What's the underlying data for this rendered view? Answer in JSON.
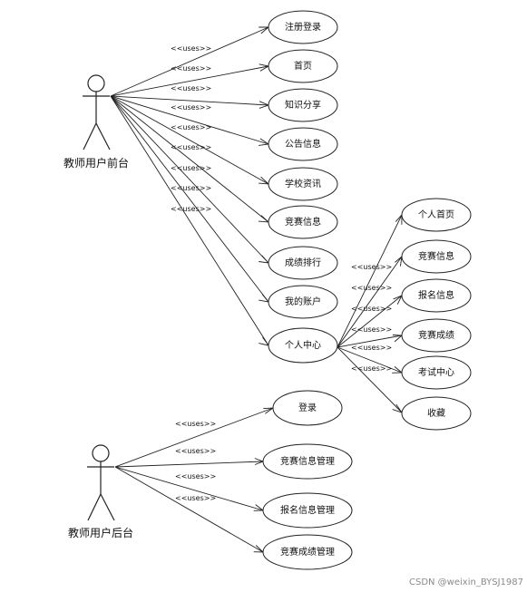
{
  "stereotype": "<<uses>>",
  "actors": [
    {
      "id": "front",
      "label": "教师用户前台"
    },
    {
      "id": "back",
      "label": "教师用户后台"
    }
  ],
  "front_use_cases": [
    "注册登录",
    "首页",
    "知识分享",
    "公告信息",
    "学校资讯",
    "竞赛信息",
    "成绩排行",
    "我的账户",
    "个人中心"
  ],
  "personal_center_use_cases": [
    "个人首页",
    "竞赛信息",
    "报名信息",
    "竞赛成绩",
    "考试中心",
    "收藏"
  ],
  "back_use_cases": [
    "登录",
    "竞赛信息管理",
    "报名信息管理",
    "竞赛成绩管理"
  ],
  "watermark": "CSDN @weixin_BYSJ1987"
}
